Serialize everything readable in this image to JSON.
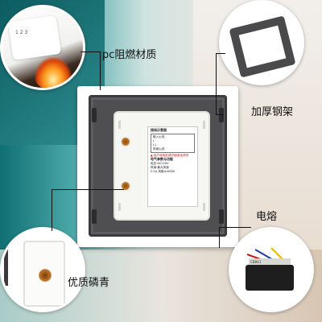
{
  "callouts": {
    "pc_material": "pc阻燃材质",
    "thick_frame": "加厚钢架",
    "fuse": "电熔",
    "copper": "优质磷青"
  },
  "module_label": {
    "heading": "接线示意图",
    "lines": [
      "输入火线",
      "L",
      "L1",
      "风扇火线"
    ],
    "warning": "▲ 用户使用前请仔细阅读说明",
    "params_heading": "电气参数与功能",
    "params": [
      "电压:AC220V",
      "风扇:最大风速",
      "2.5A  风扇≤300W"
    ]
  },
  "pc_dial_marks": "1 2 3",
  "fuse_label": "CBB61"
}
